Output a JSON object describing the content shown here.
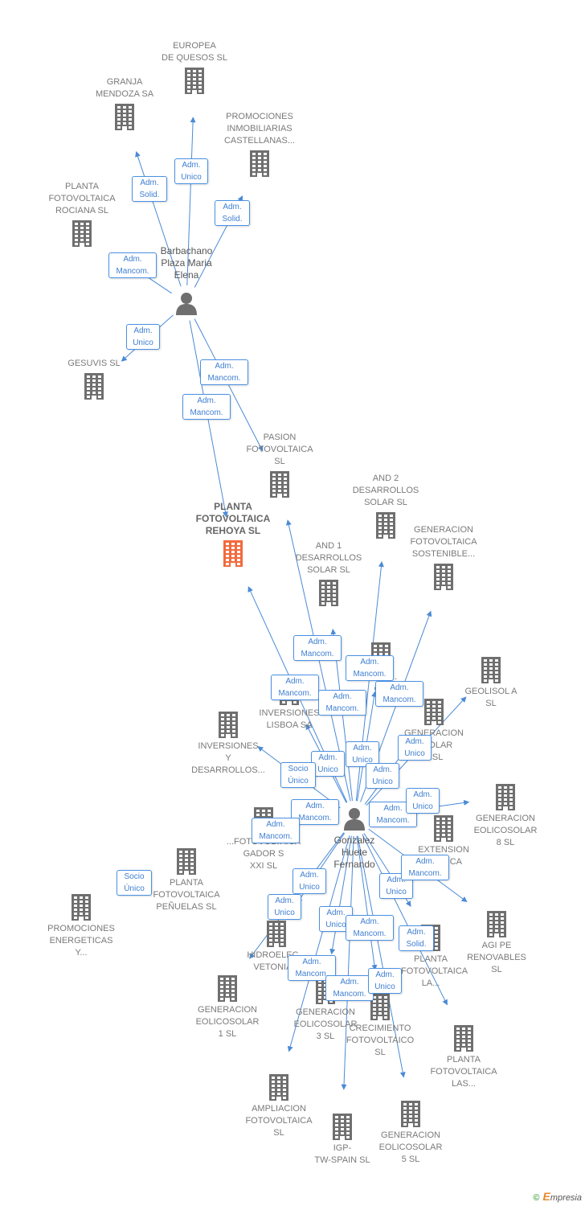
{
  "colors": {
    "edge": "#4a8ad6",
    "building": "#6f6f6f",
    "building_highlight": "#f26a3d",
    "person": "#6f6f6f"
  },
  "people": [
    {
      "id": "p1",
      "label": "Barbachano\nPlaza Maria\nElena"
    },
    {
      "id": "p2",
      "label": "Gonzalez\nHuete\nFernando"
    }
  ],
  "companies": [
    {
      "id": "c_europea",
      "label": "EUROPEA\nDE QUESOS SL"
    },
    {
      "id": "c_granja",
      "label": "GRANJA\nMENDOZA SA"
    },
    {
      "id": "c_promo_inmo",
      "label": "PROMOCIONES\nINMOBILIARIAS\nCASTELLANAS..."
    },
    {
      "id": "c_rociana",
      "label": "PLANTA\nFOTOVOLTAICA\nROCIANA SL"
    },
    {
      "id": "c_gesuvis",
      "label": "GESUVIS SL"
    },
    {
      "id": "c_pasion",
      "label": "PASION\nFOTOVOLTAICA\nSL"
    },
    {
      "id": "c_rehoya",
      "label": "PLANTA\nFOTOVOLTAICA\nREHOYA SL",
      "highlight": true
    },
    {
      "id": "c_and2",
      "label": "AND 2\nDESARROLLOS\nSOLAR SL"
    },
    {
      "id": "c_and1",
      "label": "AND 1\nDESARROLLOS\nSOLAR SL"
    },
    {
      "id": "c_gen_sost",
      "label": "GENERACION\nFOTOVOLTAICA\nSOSTENIBLE..."
    },
    {
      "id": "c_geolisol",
      "label": "GEOLISOL A\nSL"
    },
    {
      "id": "c_gen_hidden",
      "label": "GENE...\nC..."
    },
    {
      "id": "c_gen_solar",
      "label": "GENERACION\n...SOLAR\n...SL"
    },
    {
      "id": "c_lisboa",
      "label": "INVERSIONES\nLISBOA SA"
    },
    {
      "id": "c_inv_des",
      "label": "INVERSIONES\nY\nDESARROLLOS..."
    },
    {
      "id": "c_eol8",
      "label": "GENERACION\nEOLICOSOLAR\n8 SL"
    },
    {
      "id": "c_gador",
      "label": "...FOTOVOLTAICA\nGADOR S\nXXI SL"
    },
    {
      "id": "c_extension",
      "label": "EXTENSION\n...LTAICA"
    },
    {
      "id": "c_penuelas",
      "label": "PLANTA\nFOTOVOLTAICA\nPEÑUELAS SL"
    },
    {
      "id": "c_prom_energ",
      "label": "PROMOCIONES\nENERGETICAS\nY..."
    },
    {
      "id": "c_agi",
      "label": "AGI PE\nRENOVABLES\nSL"
    },
    {
      "id": "c_hidroelec",
      "label": "HIDROELEC...\nVETONIA..."
    },
    {
      "id": "c_planta_la",
      "label": "PLANTA\n...FOTOVOLTAICA\nLA..."
    },
    {
      "id": "c_eol1",
      "label": "GENERACION\nEOLICOSOLAR\n1 SL"
    },
    {
      "id": "c_eol3",
      "label": "GENERACION\nEOLICOSOLAR\n3 SL"
    },
    {
      "id": "c_crecimiento",
      "label": "CRECIMIENTO\nFOTOVOLTAICO\nSL"
    },
    {
      "id": "c_planta_las",
      "label": "PLANTA\nFOTOVOLTAICA\nLAS..."
    },
    {
      "id": "c_ampliacion",
      "label": "AMPLIACION\nFOTOVOLTAICA\nSL"
    },
    {
      "id": "c_igp",
      "label": "IGP-\nTW-SPAIN SL"
    },
    {
      "id": "c_eol5",
      "label": "GENERACION\nEOLICOSOLAR\n5 SL"
    }
  ],
  "roles": [
    {
      "id": "r1",
      "label": "Adm.\nUnico"
    },
    {
      "id": "r2",
      "label": "Adm.\nSolid."
    },
    {
      "id": "r3",
      "label": "Adm.\nSolid."
    },
    {
      "id": "r4",
      "label": "Adm.\nMancom."
    },
    {
      "id": "r5",
      "label": "Adm.\nUnico"
    },
    {
      "id": "r6",
      "label": "Adm.\nMancom."
    },
    {
      "id": "r7",
      "label": "Adm.\nMancom."
    },
    {
      "id": "r8",
      "label": "Adm.\nMancom."
    },
    {
      "id": "r9",
      "label": "Adm.\nMancom."
    },
    {
      "id": "r10",
      "label": "Adm.\nMancom."
    },
    {
      "id": "r11",
      "label": "Adm.\nMancom."
    },
    {
      "id": "r12",
      "label": "Adm.\nMancom."
    },
    {
      "id": "r13",
      "label": "Adm.\nUnico"
    },
    {
      "id": "r14",
      "label": "Adm.\nUnico"
    },
    {
      "id": "r15",
      "label": "Adm.\nUnico"
    },
    {
      "id": "r16",
      "label": "Socio\nÚnico"
    },
    {
      "id": "r17",
      "label": "Adm.\nUnico"
    },
    {
      "id": "r18",
      "label": "Adm.\nMancom."
    },
    {
      "id": "r19",
      "label": "Adm.\nMancom."
    },
    {
      "id": "r20",
      "label": "Adm.\nMancom."
    },
    {
      "id": "r21",
      "label": "Adm.\nUnico"
    },
    {
      "id": "r22",
      "label": "Socio\nÚnico"
    },
    {
      "id": "r23",
      "label": "Adm.\nUnico"
    },
    {
      "id": "r24",
      "label": "Adm.\nUnico"
    },
    {
      "id": "r25",
      "label": "Adm.\nMancom."
    },
    {
      "id": "r26",
      "label": "Adm.\nUnico"
    },
    {
      "id": "r27",
      "label": "Adm.\nUnico"
    },
    {
      "id": "r28",
      "label": "Adm.\nMancom."
    },
    {
      "id": "r29",
      "label": "Adm.\nSolid."
    },
    {
      "id": "r30",
      "label": "Adm.\nMancom."
    },
    {
      "id": "r31",
      "label": "Adm.\nMancom."
    },
    {
      "id": "r32",
      "label": "Adm.\nUnico"
    }
  ],
  "edges": [
    [
      "p1",
      "c_europea"
    ],
    [
      "p1",
      "c_granja"
    ],
    [
      "p1",
      "c_promo_inmo"
    ],
    [
      "p1",
      "c_rociana"
    ],
    [
      "p1",
      "c_gesuvis"
    ],
    [
      "p1",
      "c_pasion"
    ],
    [
      "p1",
      "c_rehoya"
    ],
    [
      "p2",
      "c_rehoya"
    ],
    [
      "p2",
      "c_pasion"
    ],
    [
      "p2",
      "c_and2"
    ],
    [
      "p2",
      "c_and1"
    ],
    [
      "p2",
      "c_gen_sost"
    ],
    [
      "p2",
      "c_geolisol"
    ],
    [
      "p2",
      "c_gen_hidden"
    ],
    [
      "p2",
      "c_gen_solar"
    ],
    [
      "p2",
      "c_lisboa"
    ],
    [
      "p2",
      "c_inv_des"
    ],
    [
      "p2",
      "c_eol8"
    ],
    [
      "p2",
      "c_gador"
    ],
    [
      "p2",
      "c_extension"
    ],
    [
      "p2",
      "c_agi"
    ],
    [
      "p2",
      "c_hidroelec"
    ],
    [
      "p2",
      "c_planta_la"
    ],
    [
      "p2",
      "c_eol1"
    ],
    [
      "p2",
      "c_eol3"
    ],
    [
      "p2",
      "c_crecimiento"
    ],
    [
      "p2",
      "c_planta_las"
    ],
    [
      "p2",
      "c_ampliacion"
    ],
    [
      "p2",
      "c_igp"
    ],
    [
      "p2",
      "c_eol5"
    ]
  ],
  "footer": {
    "copyright": "©",
    "brand_initial": "E",
    "brand_rest": "mpresia"
  }
}
